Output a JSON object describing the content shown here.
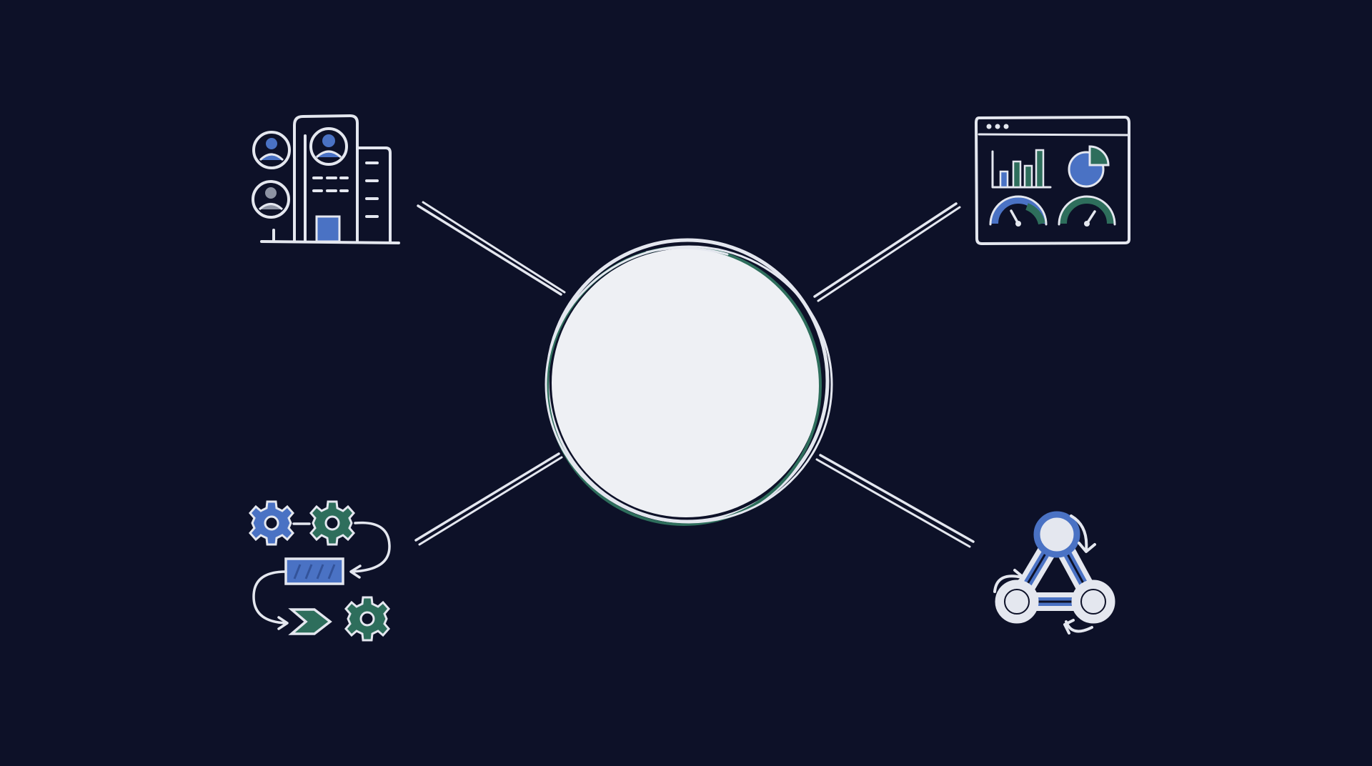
{
  "diagram": {
    "background_color": "#0d1128",
    "stroke_color": "#e4e7ef",
    "accent_blue": "#4a72c4",
    "accent_green": "#2e6e5c",
    "accent_gray": "#8d93a3",
    "hub_fill": "#eef0f4",
    "hub": {
      "shape": "circle",
      "label": ""
    },
    "nodes": [
      {
        "id": "organization",
        "icon": "building-with-people-icon",
        "position": "top-left"
      },
      {
        "id": "dashboard",
        "icon": "analytics-dashboard-icon",
        "position": "top-right"
      },
      {
        "id": "workflow",
        "icon": "gears-workflow-icon",
        "position": "bottom-left"
      },
      {
        "id": "webhook",
        "icon": "webhook-icon",
        "position": "bottom-right"
      }
    ],
    "connectors": [
      {
        "from": "organization",
        "to": "hub"
      },
      {
        "from": "dashboard",
        "to": "hub"
      },
      {
        "from": "workflow",
        "to": "hub"
      },
      {
        "from": "webhook",
        "to": "hub"
      }
    ]
  }
}
